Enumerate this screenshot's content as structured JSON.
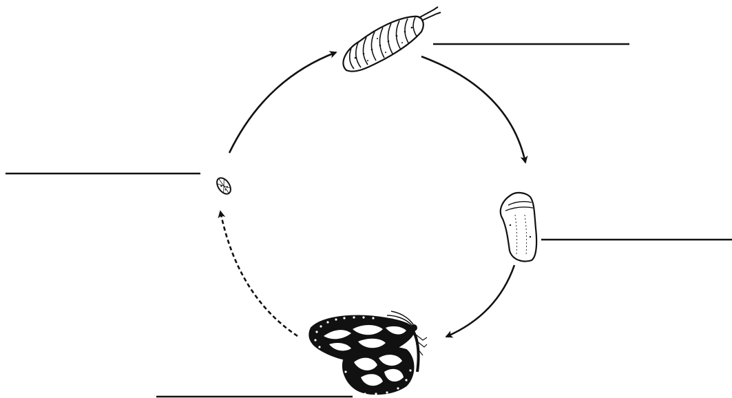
{
  "diagram": {
    "stages": [
      {
        "name": "egg",
        "icon": "egg-icon",
        "label": ""
      },
      {
        "name": "caterpillar",
        "icon": "caterpillar-icon",
        "label": ""
      },
      {
        "name": "chrysalis",
        "icon": "chrysalis-icon",
        "label": ""
      },
      {
        "name": "butterfly",
        "icon": "butterfly-icon",
        "label": ""
      }
    ],
    "colors": {
      "ink": "#111111",
      "background": "#ffffff"
    }
  }
}
